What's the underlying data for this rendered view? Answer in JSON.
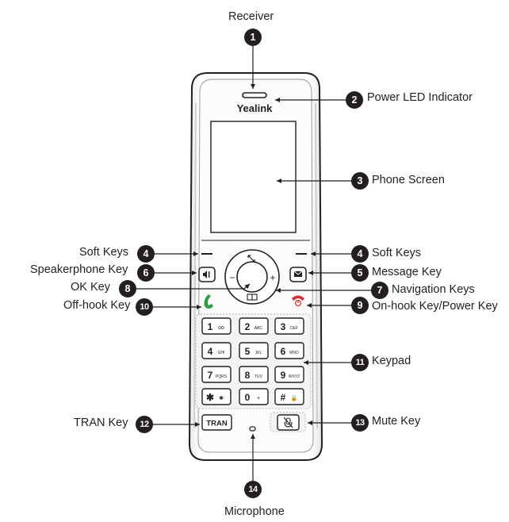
{
  "brand": "Yealink",
  "callouts": [
    {
      "number": "1",
      "label": "Receiver"
    },
    {
      "number": "2",
      "label": "Power LED Indicator"
    },
    {
      "number": "3",
      "label": "Phone Screen"
    },
    {
      "number": "4",
      "label": "Soft Keys"
    },
    {
      "number": "4",
      "label": "Soft Keys"
    },
    {
      "number": "6",
      "label": "Speakerphone Key"
    },
    {
      "number": "5",
      "label": "Message Key"
    },
    {
      "number": "8",
      "label": "OK Key"
    },
    {
      "number": "7",
      "label": "Navigation Keys"
    },
    {
      "number": "10",
      "label": "Off-hook Key"
    },
    {
      "number": "9",
      "label": "On-hook Key/Power Key"
    },
    {
      "number": "11",
      "label": "Keypad"
    },
    {
      "number": "12",
      "label": "TRAN Key"
    },
    {
      "number": "13",
      "label": "Mute Key"
    },
    {
      "number": "14",
      "label": "Microphone"
    }
  ],
  "keypad": [
    {
      "digit": "1",
      "sub": "oo"
    },
    {
      "digit": "2",
      "sub": "ABC"
    },
    {
      "digit": "3",
      "sub": "DEF"
    },
    {
      "digit": "4",
      "sub": "GHI"
    },
    {
      "digit": "5",
      "sub": "JKL"
    },
    {
      "digit": "6",
      "sub": "MNO"
    },
    {
      "digit": "7",
      "sub": "PQRS"
    },
    {
      "digit": "8",
      "sub": "TUV"
    },
    {
      "digit": "9",
      "sub": "WXYZ"
    },
    {
      "digit": "✱",
      "sub": "✱"
    },
    {
      "digit": "0",
      "sub": "+"
    },
    {
      "digit": "#",
      "sub": "🔒"
    }
  ],
  "keys": {
    "tran": "TRAN",
    "nav_minus": "−",
    "nav_plus": "+"
  },
  "icons": {
    "speaker": "speaker-icon",
    "message": "envelope-icon",
    "offhook": "green-handset-icon",
    "onhook": "red-handset-power-icon",
    "mute": "microphone-mute-icon",
    "nav_up": "arrows-icon",
    "nav_down": "book-icon"
  },
  "colors": {
    "offhook_green": "#2e9e45",
    "onhook_red": "#d6303a",
    "badge": "#231f20"
  }
}
